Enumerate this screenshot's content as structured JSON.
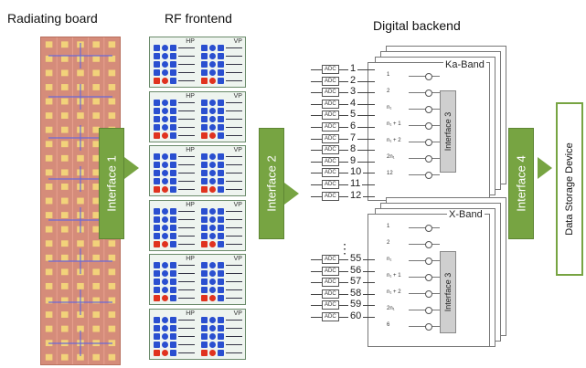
{
  "titles": {
    "radiating": "Radiating board",
    "rf": "RF frontend",
    "digital": "Digital backend"
  },
  "interfaces": [
    "Interface 1",
    "Interface 2",
    "Interface 4"
  ],
  "storage": "Data Storage Device",
  "rf_labels": {
    "left": "HP",
    "right": "VP"
  },
  "bands": {
    "top": "Ka-Band",
    "bottom": "X-Band"
  },
  "inner_interface": "Interface 3",
  "adc_label": "ADC",
  "ka_channels": [
    "1",
    "2",
    "3",
    "4",
    "5",
    "6",
    "7",
    "8",
    "9",
    "10",
    "11",
    "12"
  ],
  "x_channels": [
    "55",
    "56",
    "57",
    "58",
    "59",
    "60"
  ],
  "ellipsis": "⋮",
  "ka_small": [
    "1",
    "2",
    "n₁",
    "n₁ + 1",
    "n₁ + 2",
    "2n₁",
    "12"
  ],
  "x_small": [
    "1",
    "2",
    "n₁",
    "n₁ + 1",
    "n₁ + 2",
    "2n₁",
    "6"
  ],
  "colors": {
    "board": "#d58c7a",
    "interface": "#77a442",
    "rf_blue": "#2a4fd0",
    "rf_red": "#e0321f"
  }
}
